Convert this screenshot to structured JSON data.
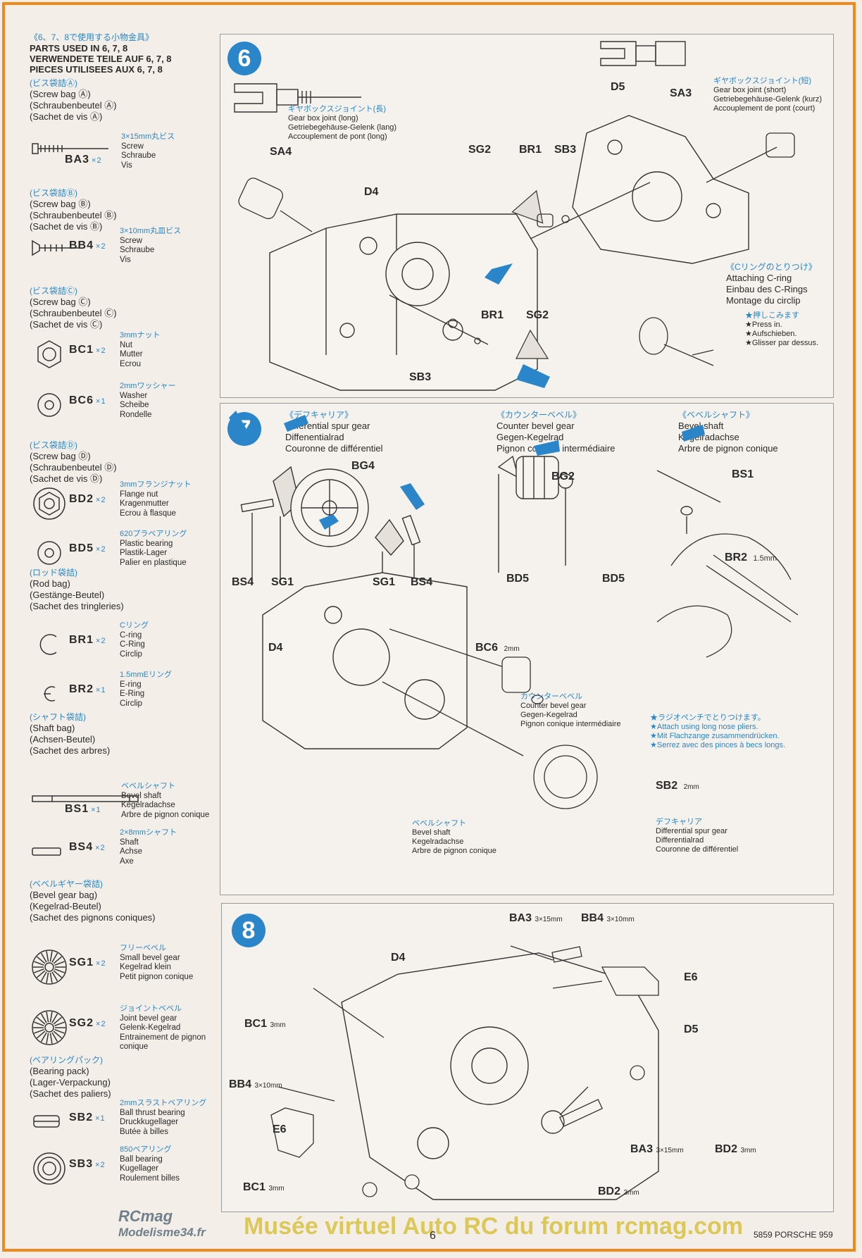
{
  "left": {
    "header_jp": "《6、7、8で使用する小物金具》",
    "header_en": "PARTS USED IN 6, 7, 8",
    "header_de": "VERWENDETE TEILE AUF 6, 7, 8",
    "header_fr": "PIECES UTILISEES AUX 6, 7, 8",
    "bags": [
      {
        "jp": "(ビス袋詰Ⓐ)",
        "en": "(Screw bag Ⓐ)",
        "de": "(Schraubenbeutel Ⓐ)",
        "fr": "(Sachet de vis Ⓐ)"
      },
      {
        "jp": "(ビス袋詰Ⓑ)",
        "en": "(Screw bag Ⓑ)",
        "de": "(Schraubenbeutel Ⓑ)",
        "fr": "(Sachet de vis Ⓑ)"
      },
      {
        "jp": "(ビス袋詰Ⓒ)",
        "en": "(Screw bag Ⓒ)",
        "de": "(Schraubenbeutel Ⓒ)",
        "fr": "(Sachet de vis Ⓒ)"
      },
      {
        "jp": "(ビス袋詰Ⓓ)",
        "en": "(Screw bag Ⓓ)",
        "de": "(Schraubenbeutel Ⓓ)",
        "fr": "(Sachet de vis Ⓓ)"
      },
      {
        "jp": "(ロッド袋詰)",
        "en": "(Rod bag)",
        "de": "(Gestänge-Beutel)",
        "fr": "(Sachet des tringleries)"
      },
      {
        "jp": "(シャフト袋詰)",
        "en": "(Shaft bag)",
        "de": "(Achsen-Beutel)",
        "fr": "(Sachet des arbres)"
      },
      {
        "jp": "(ベベルギヤー袋詰)",
        "en": "(Bevel gear bag)",
        "de": "(Kegelrad-Beutel)",
        "fr": "(Sachet des pignons coniques)"
      },
      {
        "jp": "(ベアリングパック)",
        "en": "(Bearing pack)",
        "de": "(Lager-Verpackung)",
        "fr": "(Sachet des paliers)"
      }
    ],
    "parts": [
      {
        "code": "BA3",
        "qty": "×2",
        "jp": "3×15mm丸ビス",
        "d": [
          "Screw",
          "Schraube",
          "Vis"
        ]
      },
      {
        "code": "BB4",
        "qty": "×2",
        "jp": "3×10mm丸皿ビス",
        "d": [
          "Screw",
          "Schraube",
          "Vis"
        ]
      },
      {
        "code": "BC1",
        "qty": "×2",
        "jp": "3mmナット",
        "d": [
          "Nut",
          "Mutter",
          "Ecrou"
        ]
      },
      {
        "code": "BC6",
        "qty": "×1",
        "jp": "2mmワッシャー",
        "d": [
          "Washer",
          "Scheibe",
          "Rondelle"
        ]
      },
      {
        "code": "BD2",
        "qty": "×2",
        "jp": "3mmフランジナット",
        "d": [
          "Flange nut",
          "Kragenmutter",
          "Ecrou à flasque"
        ]
      },
      {
        "code": "BD5",
        "qty": "×2",
        "jp": "620プラベアリング",
        "d": [
          "Plastic bearing",
          "Plastik-Lager",
          "Palier en plastique"
        ]
      },
      {
        "code": "BR1",
        "qty": "×2",
        "jp": "Cリング",
        "d": [
          "C-ring",
          "C-Ring",
          "Circlip"
        ]
      },
      {
        "code": "BR2",
        "qty": "×1",
        "jp": "1.5mmEリング",
        "d": [
          "E-ring",
          "E-Ring",
          "Circlip"
        ]
      },
      {
        "code": "BS1",
        "qty": "×1",
        "jp": "ベベルシャフト",
        "d": [
          "Bevel shaft",
          "Kegelradachse",
          "Arbre de pignon conique"
        ]
      },
      {
        "code": "BS4",
        "qty": "×2",
        "jp": "2×8mmシャフト",
        "d": [
          "Shaft",
          "Achse",
          "Axe"
        ]
      },
      {
        "code": "SG1",
        "qty": "×2",
        "jp": "フリーベベル",
        "d": [
          "Small bevel gear",
          "Kegelrad klein",
          "Petit pignon conique"
        ]
      },
      {
        "code": "SG2",
        "qty": "×2",
        "jp": "ジョイントベベル",
        "d": [
          "Joint bevel gear",
          "Gelenk-Kegelrad",
          "Entrainement de pignon conique"
        ]
      },
      {
        "code": "SB2",
        "qty": "×1",
        "jp": "2mmスラストベアリング",
        "d": [
          "Ball thrust bearing",
          "Druckkugellager",
          "Butée à billes"
        ]
      },
      {
        "code": "SB3",
        "qty": "×2",
        "jp": "850ベアリング",
        "d": [
          "Ball bearing",
          "Kugellager",
          "Roulement billes"
        ]
      }
    ]
  },
  "step6": {
    "num": "6",
    "sa4_jp": "ギヤボックスジョイント(長)",
    "sa4_d": [
      "Gear box joint (long)",
      "Getriebegehäuse-Gelenk (lang)",
      "Accouplement de pont (long)"
    ],
    "sa3_jp": "ギヤボックスジョイント(短)",
    "sa3_d": [
      "Gear box joint (short)",
      "Getriebegehäuse-Gelenk (kurz)",
      "Accouplement de pont (court)"
    ],
    "cring_jp": "《Cリングのとりつけ》",
    "cring_d": [
      "Attaching C-ring",
      "Einbau des C-Rings",
      "Montage du circlip"
    ],
    "press_jp": "★押しこみます",
    "press_d": [
      "★Press in.",
      "★Aufschieben.",
      "★Glisser par dessus."
    ],
    "tags": {
      "sa4": "SA4",
      "d4": "D4",
      "sg2a": "SG2",
      "br1a": "BR1",
      "sb3a": "SB3",
      "d5": "D5",
      "sa3": "SA3",
      "br1b": "BR1",
      "sg2b": "SG2",
      "sb3b": "SB3"
    }
  },
  "step7": {
    "num": "7",
    "diff_jp": "《デフキャリア》",
    "diff_d": [
      "Differential spur gear",
      "Diffenentialrad",
      "Couronne de différentiel"
    ],
    "counter_jp": "《カウンターベベル》",
    "counter_d": [
      "Counter bevel gear",
      "Gegen-Kegelrad",
      "Pignon conique intermédiaire"
    ],
    "shaft_jp": "《ベベルシャフト》",
    "shaft_d": [
      "Bevel shaft",
      "Kegelradachse",
      "Arbre de pignon conique"
    ],
    "tags": {
      "bg4": "BG4",
      "bs4a": "BS4",
      "sg1a": "SG1",
      "sg1b": "SG1",
      "bs4b": "BS4",
      "bg2": "BG2",
      "bd5a": "BD5",
      "bd5b": "BD5",
      "bs1": "BS1",
      "br2": "BR2",
      "d4": "D4",
      "bc6": "BC6",
      "sb2": "SB2"
    },
    "br2_size": "1.5mm",
    "bc6_size": "2mm",
    "sb2_size": "2mm",
    "pliers_jp": "★ラジオペンチでとりつけます。",
    "pliers_d": [
      "★Attach using long nose pliers.",
      "★Mit Flachzange zusammendrücken.",
      "★Serrez avec des pinces à becs longs."
    ],
    "lower_counter_jp": "カウンターベベル",
    "lower_counter_d": [
      "Counter bevel gear",
      "Gegen-Kegelrad",
      "Pignon conique intermédiaire"
    ],
    "lower_shaft_jp": "ベベルシャフト",
    "lower_shaft_d": [
      "Bevel shaft",
      "Kegelradachse",
      "Arbre de pignon conique"
    ],
    "lower_diff_jp": "デフキャリア",
    "lower_diff_d": [
      "Differential spur gear",
      "Differentialrad",
      "Couronne de différentiel"
    ]
  },
  "step8": {
    "num": "8",
    "tags": {
      "ba3a": "BA3",
      "bb4a": "BB4",
      "e6a": "E6",
      "d4": "D4",
      "d5": "D5",
      "bc1a": "BC1",
      "bb4b": "BB4",
      "e6b": "E6",
      "ba3b": "BA3",
      "bd2a": "BD2",
      "bc1b": "BC1",
      "bd2b": "BD2"
    },
    "sizes": {
      "ba3a": "3×15mm",
      "bb4a": "3×10mm",
      "bc1a": "3mm",
      "bb4b": "3×10mm",
      "ba3b": "3×15mm",
      "bd2a": "3mm",
      "bc1b": "3mm",
      "bd2b": "3mm"
    }
  },
  "footer": {
    "page": "6",
    "model": "5859 PORSCHE 959",
    "wm_rcmag": "RCmag",
    "wm_site": "Modelisme34.fr",
    "wm_text": "Musée virtuel Auto RC du forum rcmag.com"
  },
  "colors": {
    "accent": "#2a86c8",
    "frame": "#f08a1a"
  }
}
